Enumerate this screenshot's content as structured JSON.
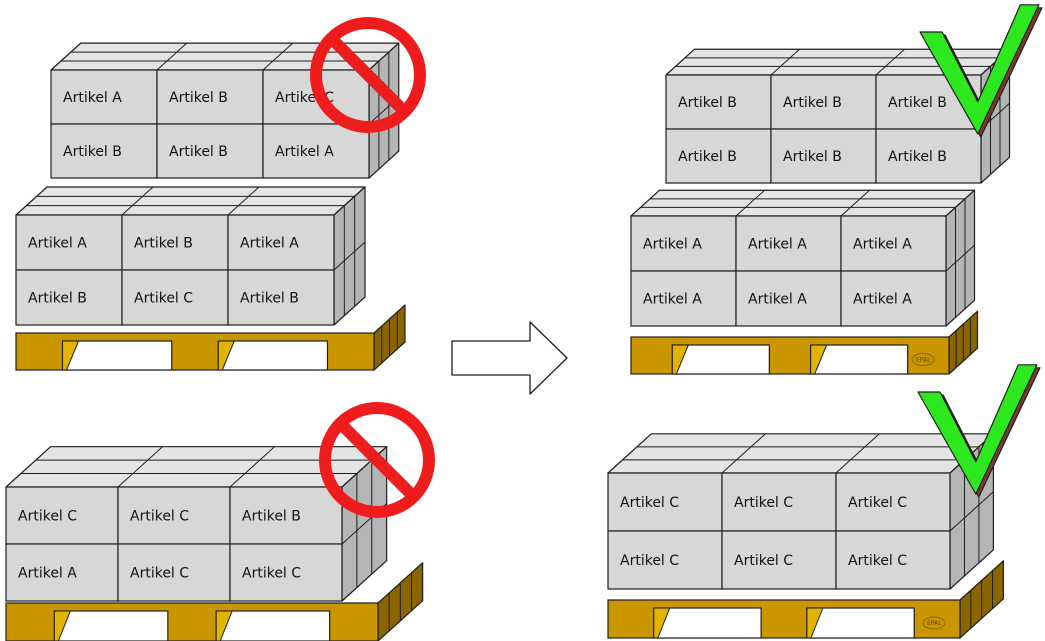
{
  "colors": {
    "box_face": "#d7d7d7",
    "box_top": "#e4e4e4",
    "box_side": "#b5b5b5",
    "outline": "#1e1e1e",
    "pallet": "#c99600",
    "pallet_light": "#e2b300",
    "pallet_dark": "#8a6500",
    "forbidden": "#ee1c1c",
    "check": "#2ee81f",
    "check_shadow": "#7a3b2a",
    "arrow_fill": "#ffffff"
  },
  "icons": {
    "forbidden": "no-entry-icon",
    "approved": "checkmark-icon",
    "transition": "right-arrow-icon",
    "pallet_mark": "epal-logo"
  },
  "pallets": [
    {
      "status": "forbidden",
      "rows": [
        [
          "Artikel A",
          "Artikel B",
          "Artikel C"
        ],
        [
          "Artikel B",
          "Artikel B",
          "Artikel A"
        ],
        [
          "Artikel A",
          "Artikel B",
          "Artikel A"
        ],
        [
          "Artikel B",
          "Artikel C",
          "Artikel B"
        ]
      ]
    },
    {
      "status": "forbidden",
      "rows": [
        [
          "Artikel C",
          "Artikel C",
          "Artikel B"
        ],
        [
          "Artikel A",
          "Artikel C",
          "Artikel C"
        ]
      ]
    },
    {
      "status": "approved",
      "epal_mark": "EPAL",
      "rows": [
        [
          "Artikel B",
          "Artikel B",
          "Artikel B"
        ],
        [
          "Artikel B",
          "Artikel B",
          "Artikel B"
        ],
        [
          "Artikel A",
          "Artikel A",
          "Artikel A"
        ],
        [
          "Artikel A",
          "Artikel A",
          "Artikel A"
        ]
      ]
    },
    {
      "status": "approved",
      "epal_mark": "EPAL",
      "rows": [
        [
          "Artikel C",
          "Artikel C",
          "Artikel C"
        ],
        [
          "Artikel C",
          "Artikel C",
          "Artikel C"
        ]
      ]
    }
  ]
}
